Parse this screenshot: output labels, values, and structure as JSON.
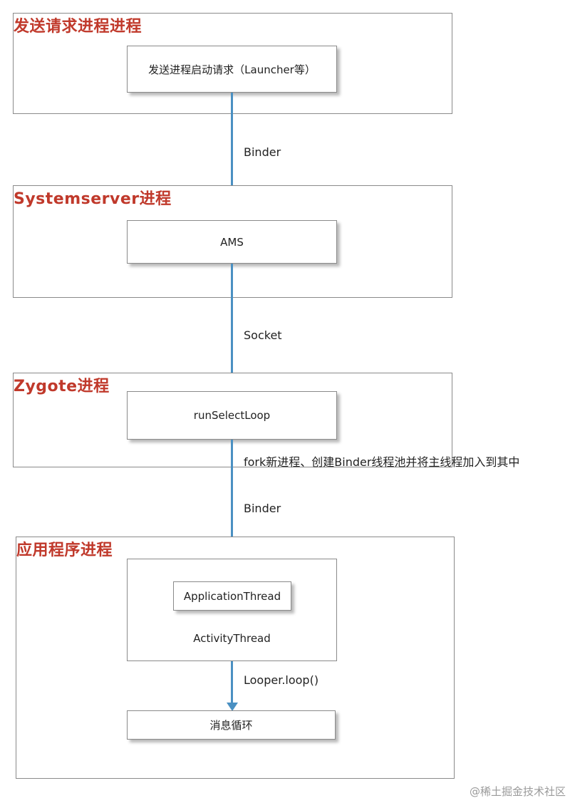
{
  "groups": {
    "sender": {
      "title": "发送请求进程进程",
      "node": "发送进程启动请求（Launcher等）"
    },
    "systemserver": {
      "title": "Systemserver进程",
      "node": "AMS"
    },
    "zygote": {
      "title": "Zygote进程",
      "node": "runSelectLoop",
      "note": "fork新进程、创建Binder线程池并将主线程加入到其中"
    },
    "app": {
      "title": "应用程序进程",
      "inner_node": "ApplicationThread",
      "outer_node": "ActivityThread",
      "loop_node": "消息循环"
    }
  },
  "edges": {
    "sender_to_ams": "Binder",
    "ams_to_zygote": "Socket",
    "zygote_to_app": "Binder",
    "activity_to_loop": "Looper.loop()"
  },
  "colors": {
    "group_title": "#c0392b",
    "arrow": "#4a90c2",
    "border": "#8a8a8a"
  },
  "watermark": "@稀土掘金技术社区"
}
